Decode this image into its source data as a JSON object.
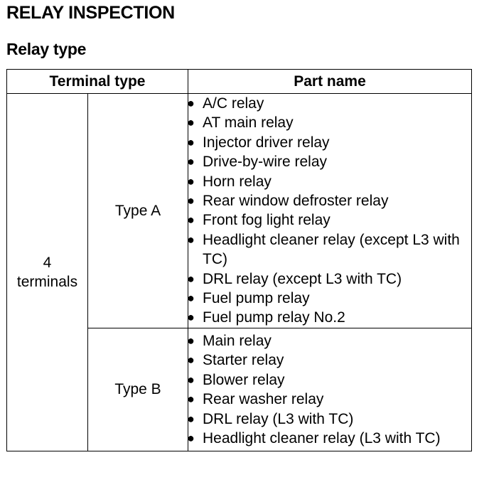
{
  "title": "RELAY INSPECTION",
  "subtitle": "Relay type",
  "table": {
    "headers": {
      "terminal_type": "Terminal type",
      "part_name": "Part name"
    },
    "terminals": {
      "line1": "4",
      "line2": "terminals"
    },
    "rows": [
      {
        "type": "Type A",
        "parts": [
          "A/C relay",
          "AT main relay",
          "Injector driver relay",
          "Drive-by-wire relay",
          "Horn relay",
          "Rear window defroster relay",
          "Front fog light relay",
          "Headlight cleaner relay (except L3 with TC)",
          "DRL relay (except L3 with TC)",
          "Fuel pump relay",
          "Fuel pump relay No.2"
        ]
      },
      {
        "type": "Type B",
        "parts": [
          "Main relay",
          "Starter relay",
          "Blower relay",
          "Rear washer relay",
          "DRL relay (L3 with TC)",
          "Headlight cleaner relay (L3 with TC)"
        ]
      }
    ]
  }
}
